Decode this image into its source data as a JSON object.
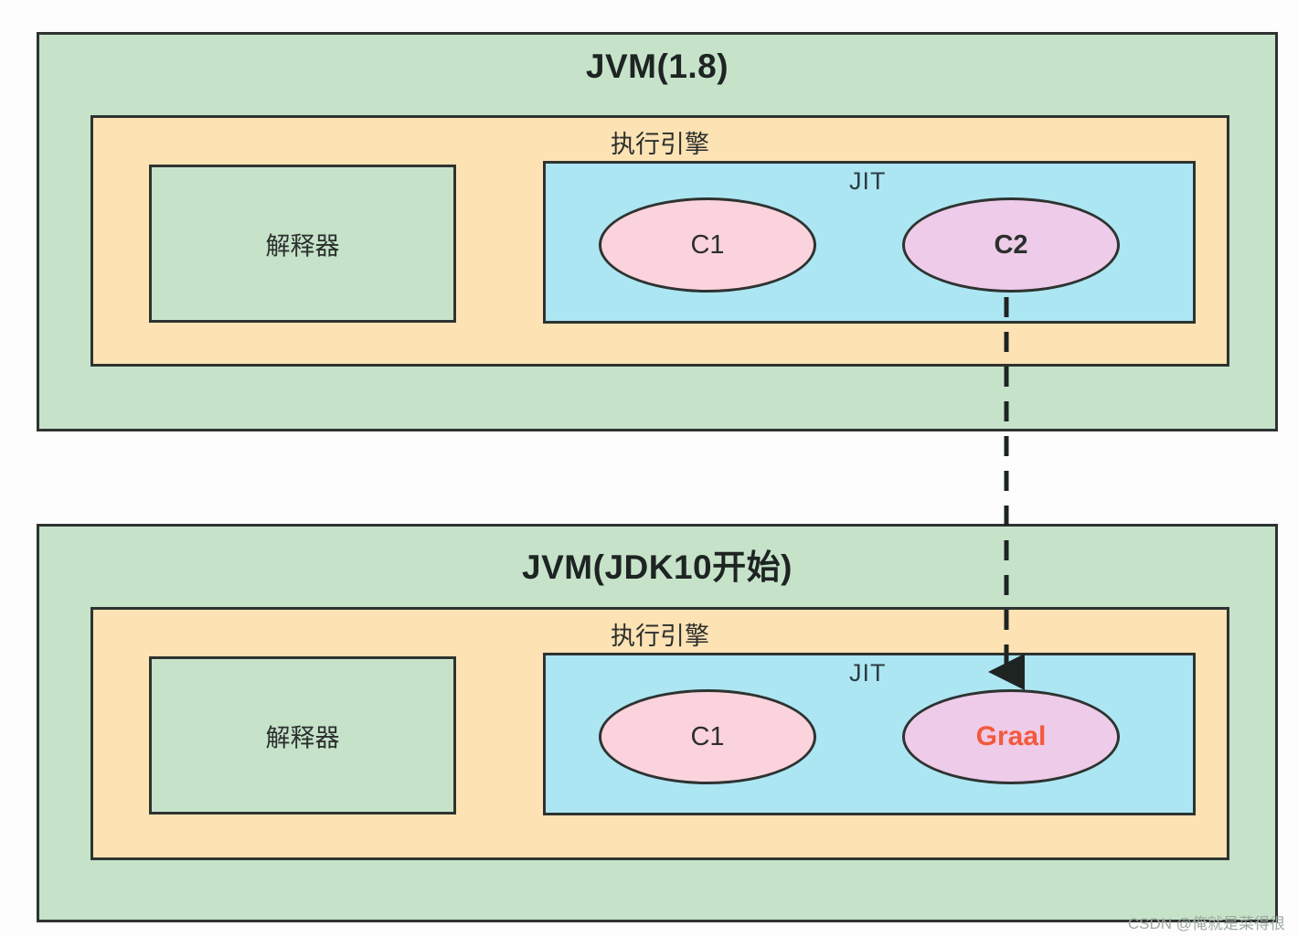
{
  "diagram": {
    "title_hidden": "JVM JIT compiler comparison diagram",
    "panels": [
      {
        "id": "jvm18",
        "title": "JVM(1.8)",
        "engine_label": "执行引擎",
        "interpreter_label": "解释器",
        "jit_label": "JIT",
        "compilers": [
          {
            "label": "C1",
            "weight": "normal",
            "fill": "#fad3dc"
          },
          {
            "label": "C2",
            "weight": "bold",
            "fill": "#eecbe8"
          }
        ]
      },
      {
        "id": "jvm_jdk10",
        "title": "JVM(JDK10开始)",
        "engine_label": "执行引擎",
        "interpreter_label": "解释器",
        "jit_label": "JIT",
        "compilers": [
          {
            "label": "C1",
            "weight": "normal",
            "fill": "#fad3dc"
          },
          {
            "label": "Graal",
            "weight": "bold",
            "fill": "#eecbe8"
          }
        ]
      }
    ],
    "arrow": {
      "style": "dashed",
      "from": "C2",
      "to": "Graal",
      "color": "#1d2422"
    },
    "colors": {
      "outer_box": "#c6e3ca",
      "engine_box": "#fde2b3",
      "jit_box": "#ace6f2",
      "interpreter_box": "#c6e3ca",
      "c1_fill": "#fad3dc",
      "c2_fill": "#eecbe8",
      "border": "#2e3331",
      "graal_text": "#f4593b"
    },
    "watermark": "CSDN @俺就是菜得很"
  }
}
